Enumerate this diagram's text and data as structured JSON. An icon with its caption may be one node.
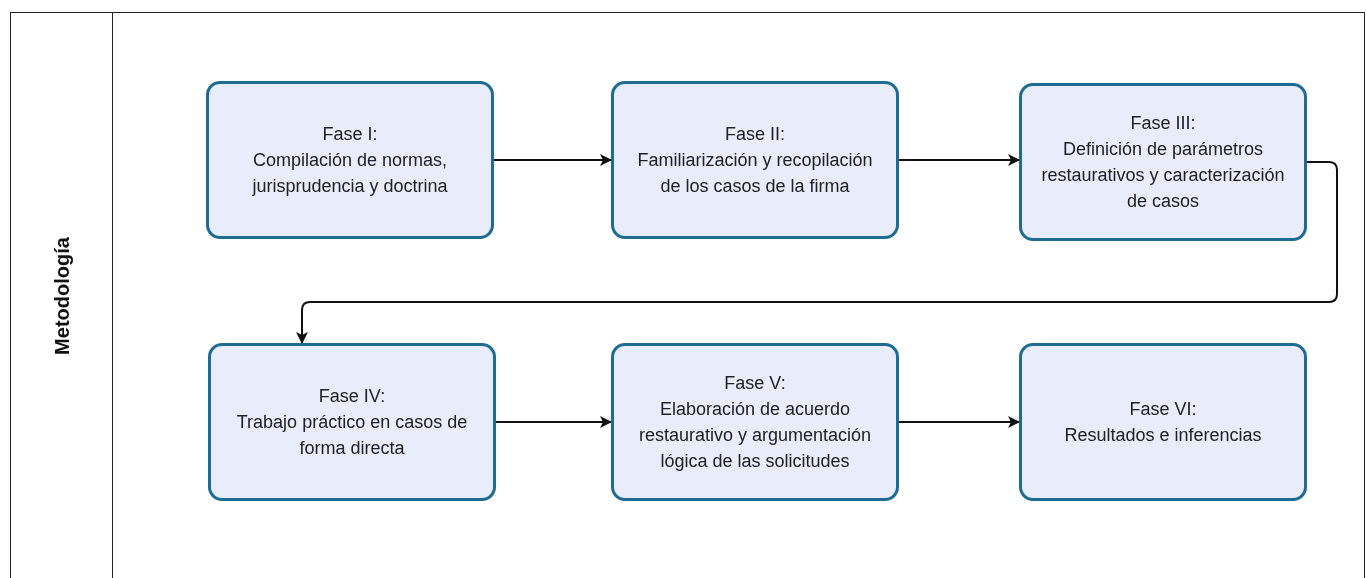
{
  "diagram": {
    "nodes": [
      {
        "text": [
          "Metodología"
        ]
      },
      {
        "text": [
          "Fase I:",
          "Compilación de normas, jurisprudencia y doctrina"
        ],
        "in": 0
      },
      {
        "text": [
          "Fase II:",
          "Familiarización y recopilación de los casos de la firma"
        ],
        "in": 0
      },
      {
        "text": [
          "Fase III:",
          "Definición de parámetros restaurativos y caracterización de casos"
        ],
        "in": 0
      },
      {
        "text": [
          "Fase IV:",
          "Trabajo práctico en casos de forma directa"
        ],
        "in": 0
      },
      {
        "text": [
          "Fase V:",
          "Elaboración de acuerdo restaurativo y argumentación lógica de las solicitudes"
        ],
        "in": 0
      },
      {
        "text": [
          "Fase VI:",
          "Resultados e inferencias"
        ],
        "in": 0
      }
    ],
    "edges": [
      {
        "from": 1,
        "to": 2,
        "arrow": "to"
      },
      {
        "from": 2,
        "to": 3,
        "arrow": "to"
      },
      {
        "from": 3,
        "to": 4,
        "arrow": "to"
      },
      {
        "from": 4,
        "to": 5,
        "arrow": "to"
      },
      {
        "from": 5,
        "to": 6,
        "arrow": "to"
      }
    ]
  }
}
